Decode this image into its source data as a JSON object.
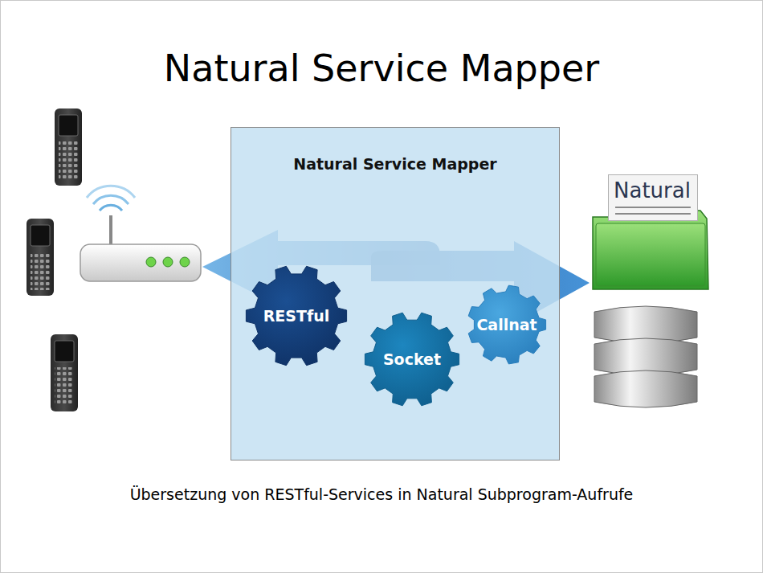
{
  "diagram": {
    "title": "Natural Service Mapper",
    "caption": "Übersetzung von RESTful-Services in Natural Subprogram-Aufrufe",
    "nodes": [
      {
        "text": [
          "Natural Service Mapper"
        ]
      },
      {
        "text": [
          "RESTful"
        ],
        "in": 0
      },
      {
        "text": [
          "Socket"
        ],
        "in": 0
      },
      {
        "text": [
          "Callnat"
        ],
        "in": 0
      },
      {
        "text": [
          "Natural"
        ]
      }
    ]
  }
}
